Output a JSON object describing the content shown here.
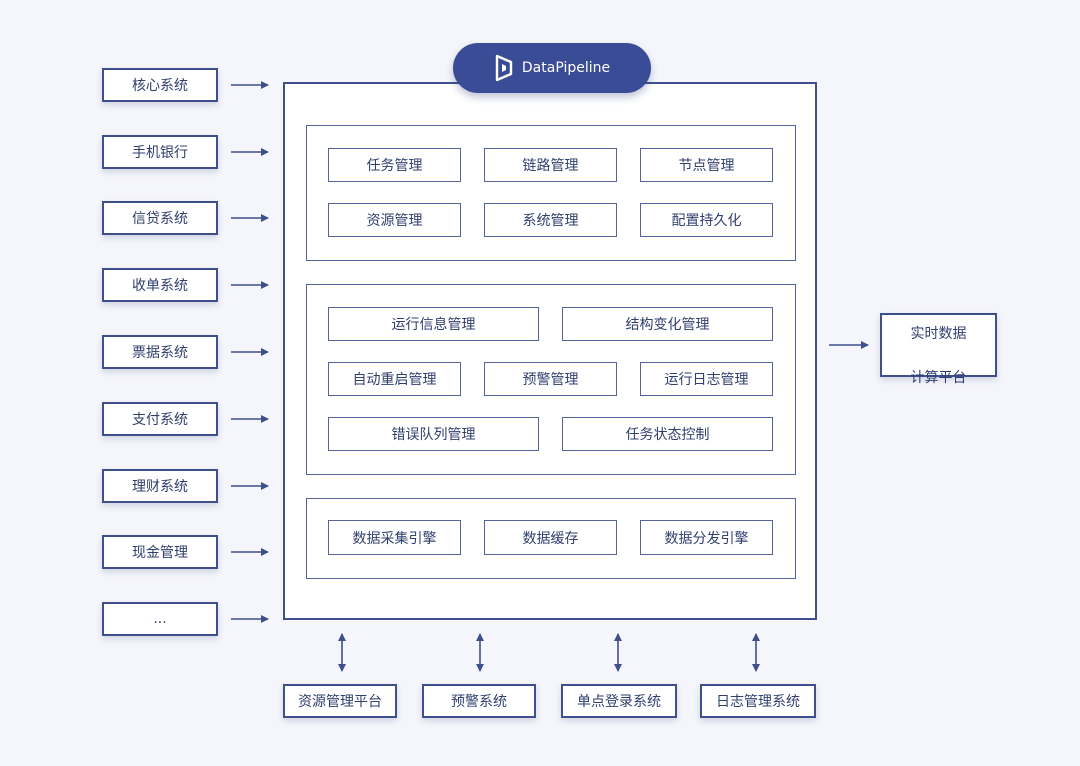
{
  "brand": {
    "name": "DataPipeline"
  },
  "sources": [
    "核心系统",
    "手机银行",
    "信贷系统",
    "收单系统",
    "票据系统",
    "支付系统",
    "理财系统",
    "现金管理",
    "..."
  ],
  "groups": {
    "management": [
      "任务管理",
      "链路管理",
      "节点管理",
      "资源管理",
      "系统管理",
      "配置持久化"
    ],
    "operations": [
      "运行信息管理",
      "结构变化管理",
      "自动重启管理",
      "预警管理",
      "运行日志管理",
      "错误队列管理",
      "任务状态控制"
    ],
    "engine": [
      "数据采集引擎",
      "数据缓存",
      "数据分发引擎"
    ]
  },
  "output": {
    "line1": "实时数据",
    "line2": "计算平台"
  },
  "services": [
    "资源管理平台",
    "预警系统",
    "单点登录系统",
    "日志管理系统"
  ],
  "colors": {
    "line": "#3f4f8c",
    "accent": "#3b4c96",
    "background": "#f5f6fb"
  }
}
